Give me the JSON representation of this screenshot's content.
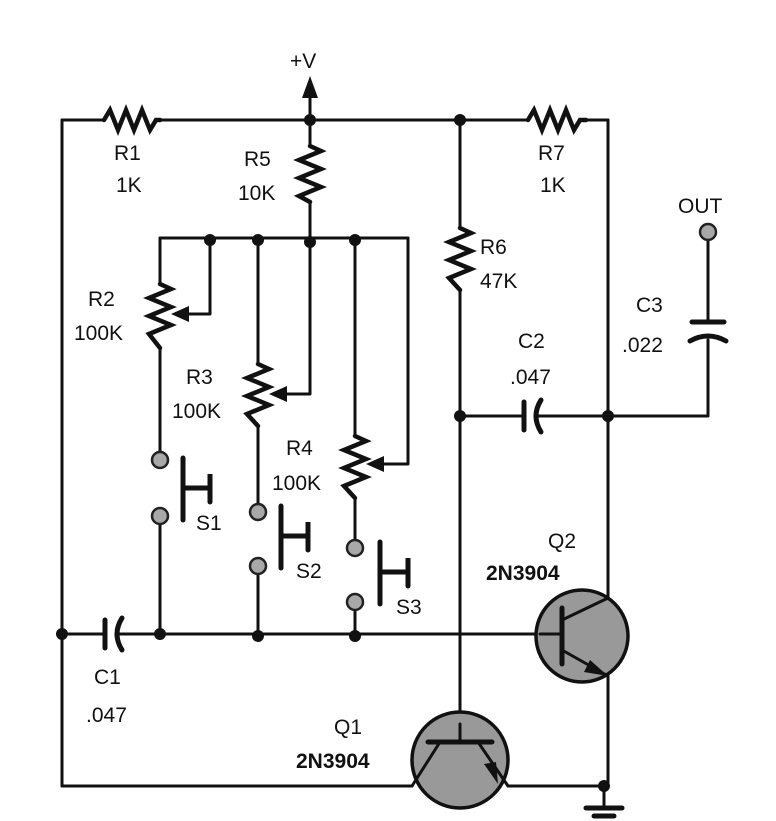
{
  "supply": {
    "label": "+V"
  },
  "output": {
    "label": "OUT"
  },
  "components": {
    "R1": {
      "name": "R1",
      "value": "1K"
    },
    "R2": {
      "name": "R2",
      "value": "100K"
    },
    "R3": {
      "name": "R3",
      "value": "100K"
    },
    "R4": {
      "name": "R4",
      "value": "100K"
    },
    "R5": {
      "name": "R5",
      "value": "10K"
    },
    "R6": {
      "name": "R6",
      "value": "47K"
    },
    "R7": {
      "name": "R7",
      "value": "1K"
    },
    "C1": {
      "name": "C1",
      "value": ".047"
    },
    "C2": {
      "name": "C2",
      "value": ".047"
    },
    "C3": {
      "name": "C3",
      "value": ".022"
    },
    "S1": {
      "name": "S1"
    },
    "S2": {
      "name": "S2"
    },
    "S3": {
      "name": "S3"
    },
    "Q1": {
      "name": "Q1",
      "part": "2N3904"
    },
    "Q2": {
      "name": "Q2",
      "part": "2N3904"
    }
  }
}
